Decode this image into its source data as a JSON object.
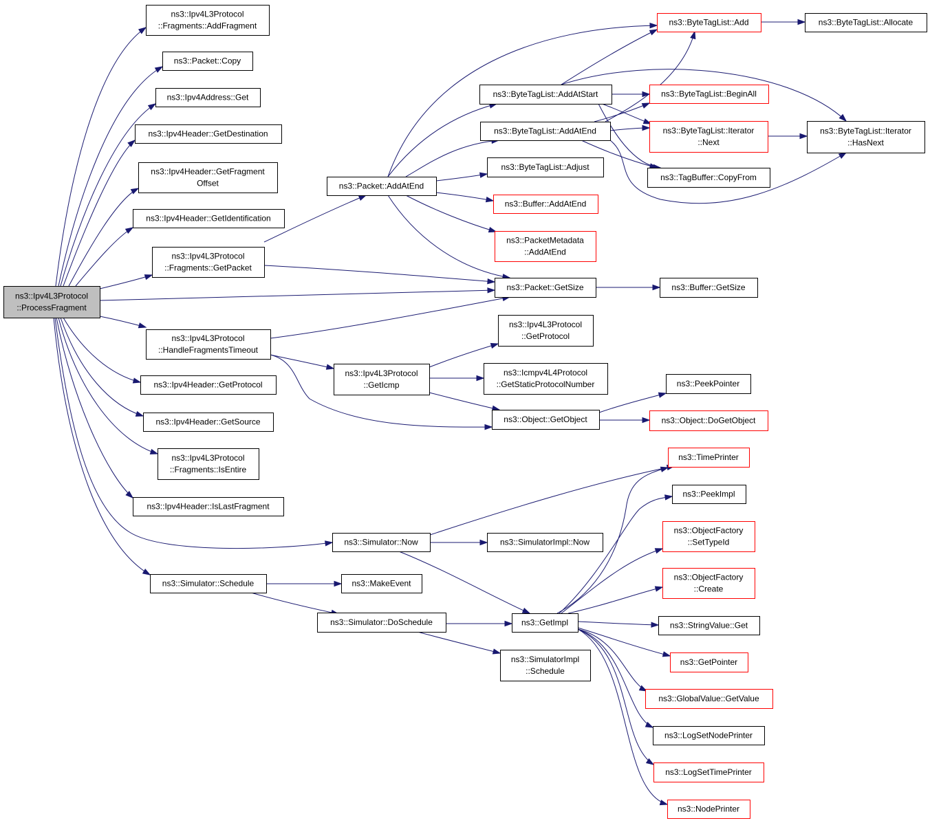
{
  "colors": {
    "edge": "#191970",
    "node_border": "#000000",
    "node_border_red": "#ff0000",
    "root_fill": "#bfbfbf"
  },
  "nodes": [
    {
      "id": "processfragment",
      "lines": [
        "ns3::Ipv4L3Protocol",
        "::ProcessFragment"
      ],
      "root": true
    },
    {
      "id": "frag-addfragment",
      "lines": [
        "ns3::Ipv4L3Protocol",
        "::Fragments::AddFragment"
      ]
    },
    {
      "id": "packet-copy",
      "lines": [
        "ns3::Packet::Copy"
      ]
    },
    {
      "id": "ipv4address-get",
      "lines": [
        "ns3::Ipv4Address::Get"
      ]
    },
    {
      "id": "hdr-getdestination",
      "lines": [
        "ns3::Ipv4Header::GetDestination"
      ]
    },
    {
      "id": "hdr-getfragmentoffset",
      "lines": [
        "ns3::Ipv4Header::GetFragment",
        "Offset"
      ]
    },
    {
      "id": "hdr-getidentification",
      "lines": [
        "ns3::Ipv4Header::GetIdentification"
      ]
    },
    {
      "id": "frag-getpacket",
      "lines": [
        "ns3::Ipv4L3Protocol",
        "::Fragments::GetPacket"
      ]
    },
    {
      "id": "handlefragmentstimeout",
      "lines": [
        "ns3::Ipv4L3Protocol",
        "::HandleFragmentsTimeout"
      ]
    },
    {
      "id": "hdr-getprotocol",
      "lines": [
        "ns3::Ipv4Header::GetProtocol"
      ]
    },
    {
      "id": "hdr-getsource",
      "lines": [
        "ns3::Ipv4Header::GetSource"
      ]
    },
    {
      "id": "frag-isentire",
      "lines": [
        "ns3::Ipv4L3Protocol",
        "::Fragments::IsEntire"
      ]
    },
    {
      "id": "hdr-islastfragment",
      "lines": [
        "ns3::Ipv4Header::IsLastFragment"
      ]
    },
    {
      "id": "sim-now",
      "lines": [
        "ns3::Simulator::Now"
      ]
    },
    {
      "id": "sim-schedule",
      "lines": [
        "ns3::Simulator::Schedule"
      ]
    },
    {
      "id": "packet-addatend",
      "lines": [
        "ns3::Packet::AddAtEnd"
      ]
    },
    {
      "id": "l3-geticmp",
      "lines": [
        "ns3::Ipv4L3Protocol",
        "::GetIcmp"
      ]
    },
    {
      "id": "makeevent",
      "lines": [
        "ns3::MakeEvent"
      ]
    },
    {
      "id": "sim-doschedule",
      "lines": [
        "ns3::Simulator::DoSchedule"
      ]
    },
    {
      "id": "btl-addatstart",
      "lines": [
        "ns3::ByteTagList::AddAtStart"
      ]
    },
    {
      "id": "btl-addatend",
      "lines": [
        "ns3::ByteTagList::AddAtEnd"
      ]
    },
    {
      "id": "btl-adjust",
      "lines": [
        "ns3::ByteTagList::Adjust"
      ]
    },
    {
      "id": "buffer-addatend",
      "lines": [
        "ns3::Buffer::AddAtEnd"
      ],
      "red": true
    },
    {
      "id": "pm-addatend",
      "lines": [
        "ns3::PacketMetadata",
        "::AddAtEnd"
      ],
      "red": true
    },
    {
      "id": "packet-getsize",
      "lines": [
        "ns3::Packet::GetSize"
      ]
    },
    {
      "id": "l3-getprotocol",
      "lines": [
        "ns3::Ipv4L3Protocol",
        "::GetProtocol"
      ]
    },
    {
      "id": "icmp-getstaticprotocolnumber",
      "lines": [
        "ns3::Icmpv4L4Protocol",
        "::GetStaticProtocolNumber"
      ]
    },
    {
      "id": "object-getobject",
      "lines": [
        "ns3::Object::GetObject"
      ]
    },
    {
      "id": "simimpl-now",
      "lines": [
        "ns3::SimulatorImpl::Now"
      ]
    },
    {
      "id": "getimpl",
      "lines": [
        "ns3::GetImpl"
      ]
    },
    {
      "id": "simimpl-schedule",
      "lines": [
        "ns3::SimulatorImpl",
        "::Schedule"
      ]
    },
    {
      "id": "btl-add",
      "lines": [
        "ns3::ByteTagList::Add"
      ],
      "red": true
    },
    {
      "id": "btl-beginall",
      "lines": [
        "ns3::ByteTagList::BeginAll"
      ],
      "red": true
    },
    {
      "id": "btl-iterator-next",
      "lines": [
        "ns3::ByteTagList::Iterator",
        "::Next"
      ],
      "red": true
    },
    {
      "id": "tagbuffer-copyfrom",
      "lines": [
        "ns3::TagBuffer::CopyFrom"
      ]
    },
    {
      "id": "buffer-getsize",
      "lines": [
        "ns3::Buffer::GetSize"
      ]
    },
    {
      "id": "peekpointer",
      "lines": [
        "ns3::PeekPointer"
      ]
    },
    {
      "id": "object-dogetobject",
      "lines": [
        "ns3::Object::DoGetObject"
      ],
      "red": true
    },
    {
      "id": "timeprinter",
      "lines": [
        "ns3::TimePrinter"
      ],
      "red": true
    },
    {
      "id": "peekimpl",
      "lines": [
        "ns3::PeekImpl"
      ]
    },
    {
      "id": "of-settypeid",
      "lines": [
        "ns3::ObjectFactory",
        "::SetTypeId"
      ],
      "red": true
    },
    {
      "id": "of-create",
      "lines": [
        "ns3::ObjectFactory",
        "::Create"
      ],
      "red": true
    },
    {
      "id": "stringvalue-get",
      "lines": [
        "ns3::StringValue::Get"
      ]
    },
    {
      "id": "getpointer",
      "lines": [
        "ns3::GetPointer"
      ],
      "red": true
    },
    {
      "id": "globalvalue-getvalue",
      "lines": [
        "ns3::GlobalValue::GetValue"
      ],
      "red": true
    },
    {
      "id": "logsetnodeprinter",
      "lines": [
        "ns3::LogSetNodePrinter"
      ]
    },
    {
      "id": "logsettimeprinter",
      "lines": [
        "ns3::LogSetTimePrinter"
      ],
      "red": true
    },
    {
      "id": "nodeprinter",
      "lines": [
        "ns3::NodePrinter"
      ],
      "red": true
    },
    {
      "id": "btl-allocate",
      "lines": [
        "ns3::ByteTagList::Allocate"
      ]
    },
    {
      "id": "btl-iterator-hasnext",
      "lines": [
        "ns3::ByteTagList::Iterator",
        "::HasNext"
      ]
    }
  ]
}
